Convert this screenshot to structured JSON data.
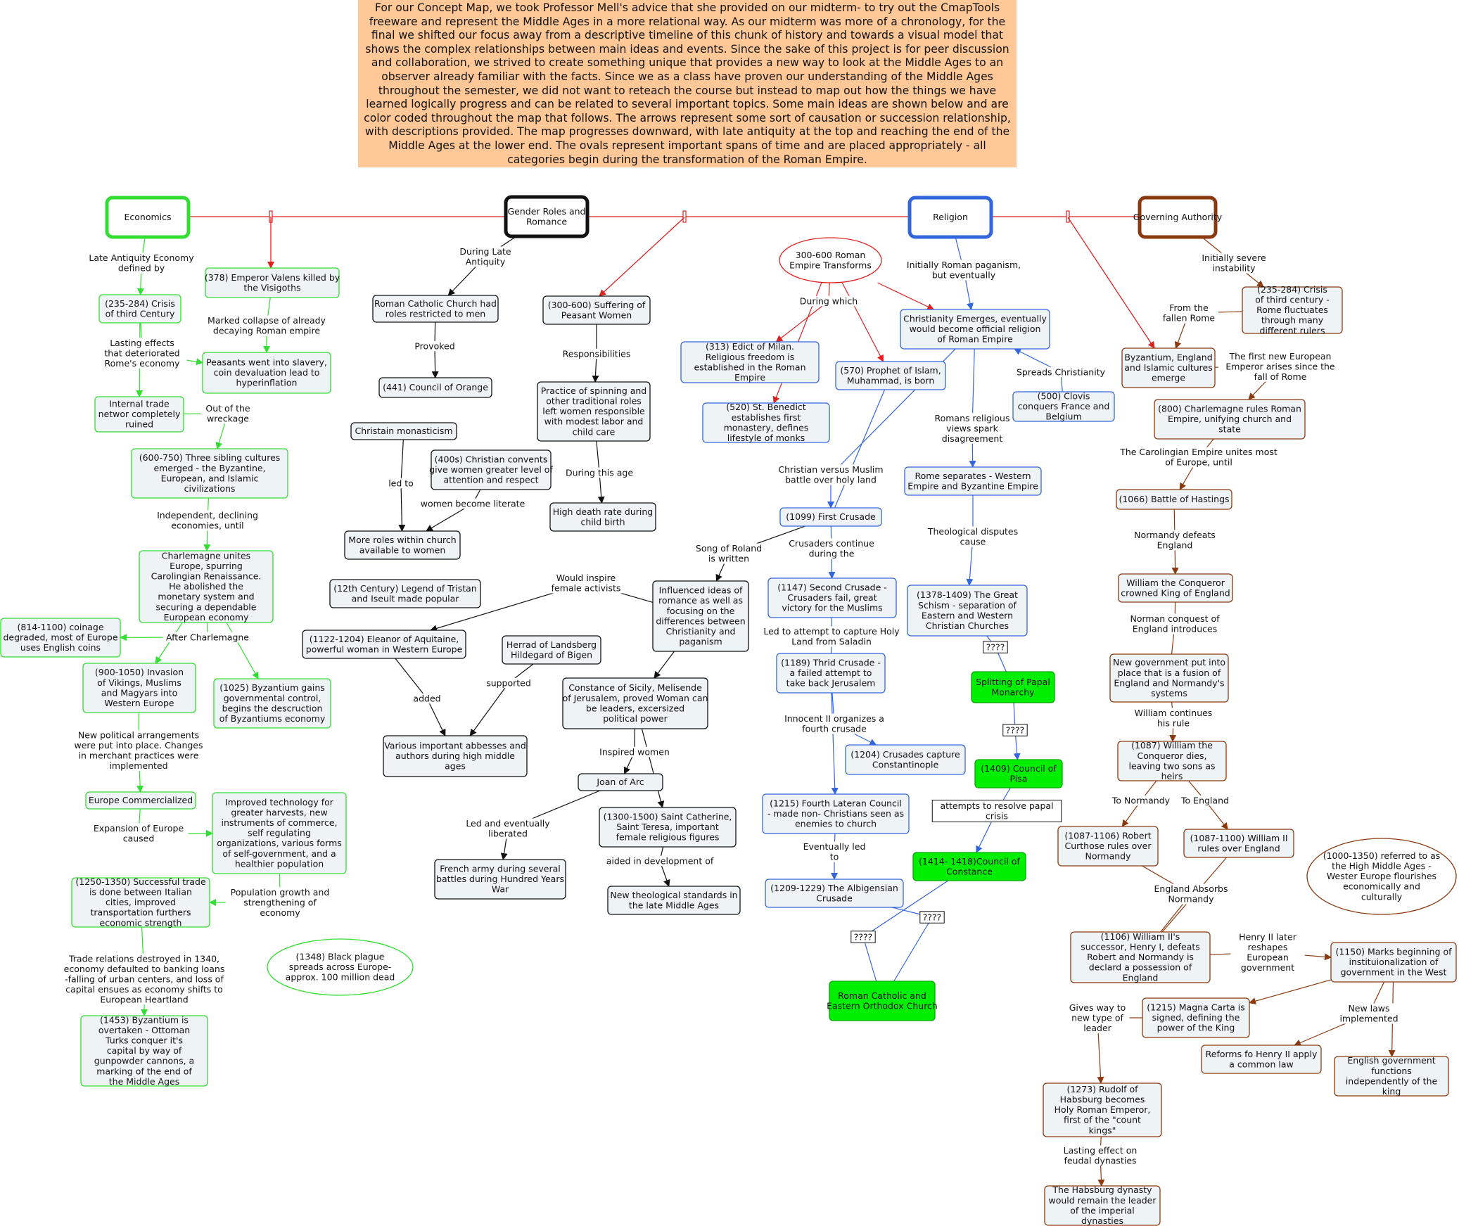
{
  "intro": "For our Concept Map, we took Professor Mell's advice that she provided on our midterm- to try out the CmapTools freeware and represent the Middle Ages in a more relational way. As our midterm was more of a chronology, for the final we shifted our focus away from a descriptive timeline of this chunk of history and towards a visual model that shows the complex relationships between main ideas and events. Since the sake of this project is for peer discussion and collaboration, we strived to create something unique that provides a new way to look at the Middle Ages to an observer already familiar with the facts. Since we as a class have proven our understanding of the Middle Ages throughout the semester, we did not want to reteach the course but instead to map out how the things we have learned logically progress and can be related to several important topics. Some main ideas are shown below and are color coded throughout the map that follows. The arrows represent some sort of causation or succession relationship, with descriptions provided. The map progresses downward, with late antiquity at the top and reaching the end of the Middle Ages at the lower end. The ovals represent important spans of time and are placed appropriately - all categories begin during the transformation of the Roman Empire.",
  "colors": {
    "economics": "#33dd33",
    "gender": "#111111",
    "religion": "#3366dd",
    "governing": "#8b3a0f",
    "connector": "#dd2222",
    "note_bg": "#ffc896",
    "node_bg": "#eef3f6",
    "highlight": "#00ee00"
  },
  "categories": {
    "economics": "Economics",
    "gender": "Gender Roles and Romance",
    "religion": "Religion",
    "governing": "Governing Authority",
    "transform": "300-600 Roman Empire Transforms"
  },
  "nodes": {
    "e1": "(235-284) Crisis of third Century",
    "e2": "(378) Emperor Valens killed by the Visigoths",
    "e3": "Peasants went into slavery, coin devaluation lead to hyperinflation",
    "e4": "Internal trade networ completely ruined",
    "e5": "(600-750) Three sibling cultures emerged - the Byzantine, European, and Islamic civilizations",
    "e6": "Charlemagne unites Europe, spurring Carolingian Renaissance. He abolished the monetary system and securing a dependable European economy",
    "e7": "(814-1100) coinage degraded, most of Europe uses English coins",
    "e8": "(900-1050) Invasion of Vikings, Muslims and Magyars into Western Europe",
    "e9": "(1025) Byzantium gains governmental control, begins the descruction of Byzantiums economy",
    "e10": "Europe Commercialized",
    "e11": "Improved technology for greater harvests, new instruments of commerce, self regulating organizations, various forms of self-government, and a healthier population",
    "e12": "(1250-1350) Successful trade is done between Italian cities, improved transportation furthers economic strength",
    "e13": "(1453) Byzantium is overtaken - Ottoman Turks conquer it's capital by way of gunpowder cannons, a marking of the end of the Middle Ages",
    "e14": "(1348) Black plague spreads across Europe- approx. 100 million dead",
    "g1": "Roman Catholic Church had roles restricted to men",
    "g2": "(441) Council of Orange",
    "g3": "Christain monasticism",
    "g4": "(400s) Christian convents give women greater level of attention and respect",
    "g5": "More roles within church available to women",
    "g6": "(12th Century) Legend of Tristan and Iseult made popular",
    "g7": "(1122-1204) Eleanor of Aquitaine, powerful woman in Western Europe",
    "g8": "Herrad of Landsberg Hildegard of Bigen",
    "g9": "Various important abbesses and authors during high middle ages",
    "g10": "(300-600) Suffering of Peasant Women",
    "g11": "Practice of spinning and other traditional roles left women responsible with modest labor and child care",
    "g12": "High death rate during child birth",
    "g13": "Influenced ideas of romance as well as focusing on the differences between Christianity and paganism",
    "g14": "Constance of Sicily, Melisende of Jerusalem, proved Woman can be leaders, excersized political power",
    "g15": "Joan of Arc",
    "g16": "(1300-1500) Saint Catherine, Saint Teresa, important female religious figures",
    "g17": "French army during several battles during Hundred Years War",
    "g18": "New theological standards in the late Middle Ages",
    "r1": "Christianity Emerges, eventually would become official religion of Roman Empire",
    "r2": "(313) Edict of Milan. Religious freedom is established in the Roman Empire",
    "r3": "(570) Prophet of Islam, Muhammad, is born",
    "r4": "(500) Clovis conquers France and Belgium",
    "r5": "(520) St. Benedict establishes first monastery, defines lifestyle of monks",
    "r6": "Rome separates - Western Empire and Byzantine Empire",
    "r7": "(1099) First Crusade",
    "r8": "(1147) Second Crusade - Crusaders fail, great victory for the Muslims",
    "r9": "(1189) Thrid Crusade - a failed attempt to take back Jerusalem",
    "r10": "(1204) Crusades capture Constantinople",
    "r11": "(1215) Fourth Lateran Council - made non- Christians seen as  enemies to church",
    "r12": "(1209-1229) The Albigensian Crusade",
    "r13": "(1378-1409) The Great Schism - separation of Eastern and Western Christian Churches",
    "r14": "Splitting of Papal Monarchy",
    "r15": "(1409) Council of Pisa",
    "r16": "(1414- 1418)Council of Constance",
    "r17": "Roman Catholic and Eastern Orthodox Church",
    "a1": "(235-284) Crisis of third century - Rome fluctuates through many different rulers",
    "a2": "Byzantium, England and Islamic cultures emerge",
    "a3": "(800) Charlemagne rules Roman Empire, unifying church and state",
    "a4": "(1066) Battle of Hastings",
    "a5": "William the Conqueror crowned King of England",
    "a6": "New government put into place that is a fusion of England and Normandy's systems",
    "a7": "(1087) William the Conqueror dies, leaving two sons as heirs",
    "a8": "(1087-1106) Robert Curthose rules over Normandy",
    "a9": "(1087-1100) William II rules over England",
    "a10": "(1106) William II's successor, Henry I, defeats Robert and Normandy is declard a possession of England",
    "a11": "(1150) Marks beginning of instituionalization of government in the West",
    "a12": "(1215) Magna Carta is signed, defining the power of the King",
    "a13": "Reforms fo Henry II apply a common law",
    "a14": "English government functions independently of the king",
    "a15": "(1273) Rudolf of Habsburg becomes Holy Roman Emperor, first of the \"count kings\"",
    "a16": "The Habsburg dynasty would remain the leader of the imperial dynasties",
    "a17": "(1000-1350) referred to as the High Middle Ages - Wester Europe flourishes economically and culturally"
  },
  "labels": {
    "le1": "Late Antiquity Economy defined by",
    "le2": "Lasting effects that deteriorated Rome's economy",
    "le3": "Marked collapse of already decaying Roman empire",
    "le4": "Out of the wreckage",
    "le5": "Independent, declining economies, until",
    "le6": "After Charlemagne",
    "le7": "New political arrangements were put into place. Changes in merchant practices were implemented",
    "le8": "Expansion of Europe caused",
    "le9": "Population growth and strengthening of economy",
    "le10": "Trade relations destroyed in 1340, economy defaulted to banking loans -falling of urban centers, and loss of capital ensues as economy shifts to European Heartland",
    "lg1": "During Late Antiquity",
    "lg2": "Provoked",
    "lg3": "led to",
    "lg4": "women become literate",
    "lg5": "Responsibilities",
    "lg6": "During this age",
    "lg7": "Would inspire female activists",
    "lg8": "added",
    "lg9": "supported",
    "lg10": "Inspired women",
    "lg11": "Led and eventually liberated",
    "lg12": "aided in development of",
    "lr1": "Initially Roman paganism, but eventually",
    "lr2": "During which",
    "lr3": "Spreads Christianity",
    "lr4": "Romans religious views spark disagreement",
    "lr5": "Christian versus Muslim battle over holy land",
    "lr6": "Song of Roland is written",
    "lr7": "Crusaders continue during the",
    "lr8": "Led to attempt to capture Holy Land from Saladin",
    "lr9": "Innocent II organizes a fourth crusade",
    "lr10": "Eventually led to",
    "lr11": "Theological disputes cause",
    "lr12": "????",
    "lr13": "????",
    "lr14": "attempts to resolve papal crisis",
    "lr15": "????",
    "lr16": "????",
    "la1": "Initially severe instability",
    "la2": "From the fallen Rome",
    "la3": "The first new European Emperor arises since the fall of Rome",
    "la4": "The Carolingian Empire unites most of Europe, until",
    "la5": "Normandy defeats England",
    "la6": "Norman conquest of England introduces",
    "la7": "William continues his rule",
    "la8": "To Normandy",
    "la9": "To England",
    "la10": "England Absorbs Normandy",
    "la11": "Henry II later reshapes European government",
    "la12": "New laws implemented",
    "la13": "Gives way to new type of leader",
    "la14": "Lasting effect on feudal dynasties"
  }
}
